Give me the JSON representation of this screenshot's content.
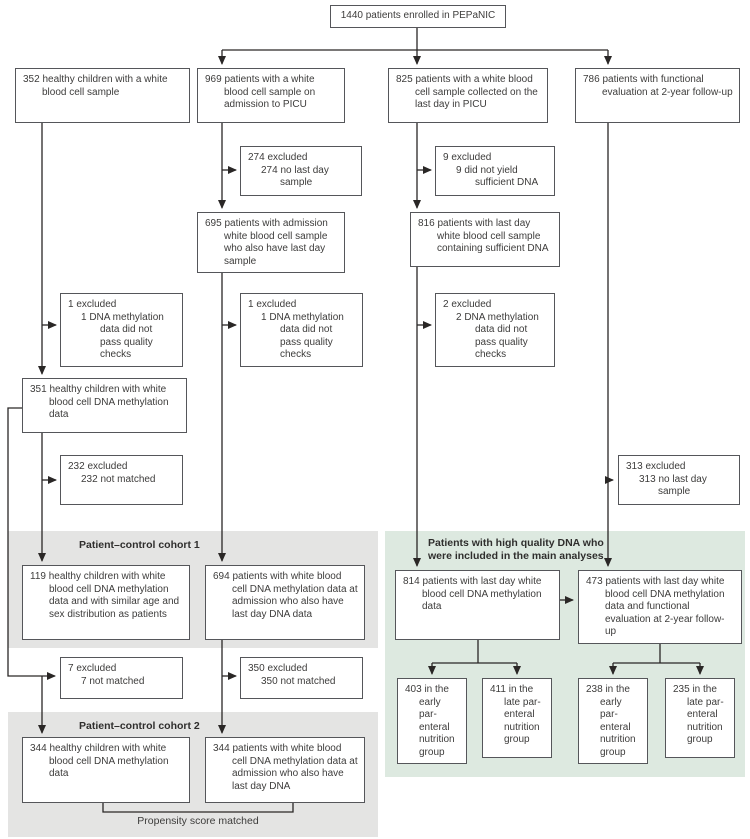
{
  "figure": {
    "enrolled": "1440 patients enrolled in PEPaNIC",
    "col1": "352 healthy children with a white blood cell sample",
    "col2": "969 patients with a white blood cell sample on admission to PICU",
    "col3": "825 patients with a white blood cell sample collected on the last day in PICU",
    "col4": "786 patients with functional evaluation at 2-year follow-up",
    "excl_274": {
      "l1": "274 excluded",
      "l2": "274 no last day sample"
    },
    "excl_9": {
      "l1": "9 excluded",
      "l2": "9 did not yield sufficient DNA"
    },
    "adm_695": "695 patients with admission white blood cell sample who also have last day sample",
    "dna_816": "816 patients with last day white blood cell sample containing sufficient DNA",
    "excl_qc1a": {
      "l1": "1 excluded",
      "l2": "1 DNA methylation data did not pass quality checks"
    },
    "excl_qc1b": {
      "l1": "1 excluded",
      "l2": "1 DNA methylation data did not pass quality checks"
    },
    "excl_qc2": {
      "l1": "2 excluded",
      "l2": "2 DNA methylation data did not pass quality checks"
    },
    "healthy_351": "351 healthy children with white blood cell DNA methylation data",
    "excl_232": {
      "l1": "232 excluded",
      "l2": "232 not matched"
    },
    "excl_313": {
      "l1": "313 excluded",
      "l2": "313 no last day sample"
    },
    "cohort1_title": "Patient–control cohort 1",
    "healthy_119": "119 healthy children with white blood cell DNA methylation data and with similar age and sex distribution as patients",
    "patients_694": "694 patients with white blood cell DNA methylation data at admission who also have last day DNA data",
    "main_title": "Patients with high quality DNA who were included in the main analyses",
    "patients_814": "814 patients with last day white blood cell DNA methylation data",
    "patients_473": "473 patients with last day white blood cell DNA methylation data and functional evaluation at 2-year follow-up",
    "excl_7": {
      "l1": "7 excluded",
      "l2": "7 not matched"
    },
    "excl_350": {
      "l1": "350 excluded",
      "l2": "350 not matched"
    },
    "cohort2_title": "Patient–control cohort 2",
    "healthy_344": "344 healthy children with white blood cell DNA methylation data",
    "patients_344": "344 patients with white blood cell DNA methylation data at admission who also have last day DNA",
    "epn_403": "403 in the early par­enteral nutrition group",
    "lpn_411": "411 in the late par­enteral nutrition group",
    "epn_238": "238 in the early par­enteral nutrition group",
    "lpn_235": "235 in the late par­enteral nutrition group",
    "propensity_note": "Propensity score matched"
  },
  "colors": {
    "region_gray": "#e4e4e3",
    "region_green": "#dde9e0",
    "box_border": "#55565a",
    "text": "#3d3c3b",
    "line": "#2a2726"
  }
}
